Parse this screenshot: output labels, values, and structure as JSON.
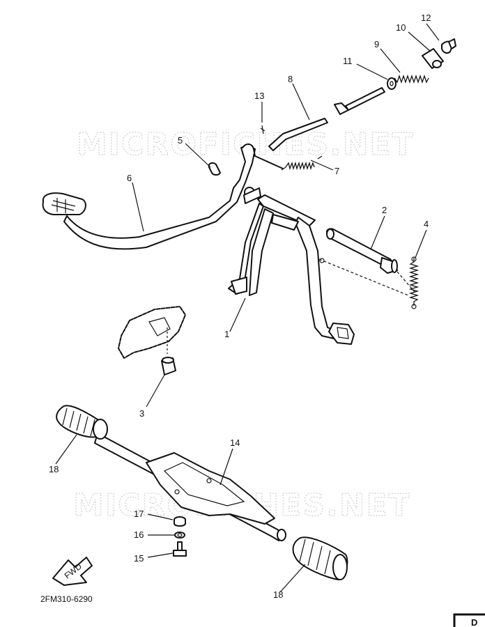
{
  "watermark": "MICROFICHES.NET",
  "drawing_code": "2FM310-6290",
  "fwd_label": "FWD",
  "corner_tab": "D",
  "callouts": [
    {
      "id": "1"
    },
    {
      "id": "2"
    },
    {
      "id": "3"
    },
    {
      "id": "4"
    },
    {
      "id": "5"
    },
    {
      "id": "6"
    },
    {
      "id": "7"
    },
    {
      "id": "8"
    },
    {
      "id": "9"
    },
    {
      "id": "10"
    },
    {
      "id": "11"
    },
    {
      "id": "12"
    },
    {
      "id": "13"
    },
    {
      "id": "14"
    },
    {
      "id": "15"
    },
    {
      "id": "16"
    },
    {
      "id": "17"
    },
    {
      "id": "18a",
      "text": "18"
    },
    {
      "id": "18b",
      "text": "18"
    }
  ]
}
